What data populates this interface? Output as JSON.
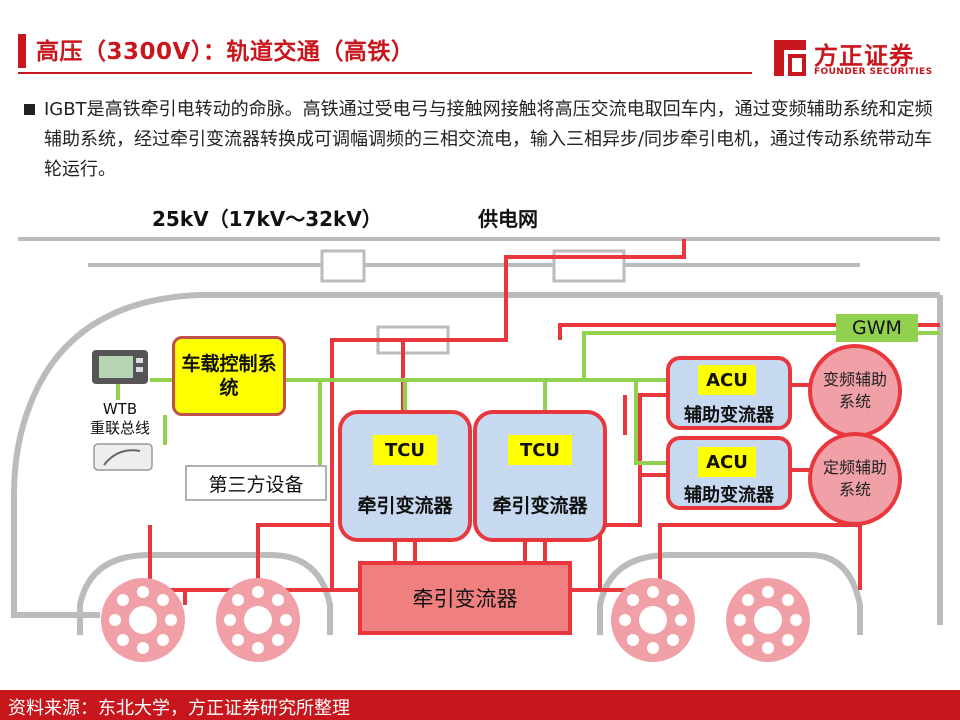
{
  "header": {
    "title": "高压（3300V）：轨道交通（高铁）",
    "logo_cn": "方正证券",
    "logo_en": "FOUNDER SECURITIES"
  },
  "bullet": {
    "text": "IGBT是高铁牵引电转动的命脉。高铁通过受电弓与接触网接触将高压交流电取回车内，通过变频辅助系统和定频辅助系统，经过牵引变流器转换成可调幅调频的三相交流电，输入三相异步/同步牵引电机，通过传动系统带动车轮运行。"
  },
  "diagram": {
    "voltage_label": "25kV（17kV～32kV）",
    "grid_label": "供电网",
    "gwm_label": "GWM",
    "vcu_label": "车载控制系统",
    "wtb_label": "WTB\n重联总线",
    "third_party_label": "第三方设备",
    "tcu_units": [
      {
        "tag": "TCU",
        "label": "牵引变流器"
      },
      {
        "tag": "TCU",
        "label": "牵引变流器"
      }
    ],
    "acu_units": [
      {
        "tag": "ACU",
        "label": "辅助变流器",
        "system": "变频辅助系统"
      },
      {
        "tag": "ACU",
        "label": "辅助变流器",
        "system": "定频辅助系统"
      }
    ],
    "main_converter_label": "牵引变流器",
    "colors": {
      "power_line": "#e8383d",
      "bus_line": "#92d050",
      "unit_fill": "#c6d9f1",
      "converter_fill": "#f08080",
      "wheel_fill": "#f2a0a8"
    }
  },
  "footer": {
    "source": "资料来源：东北大学，方正证券研究所整理"
  }
}
